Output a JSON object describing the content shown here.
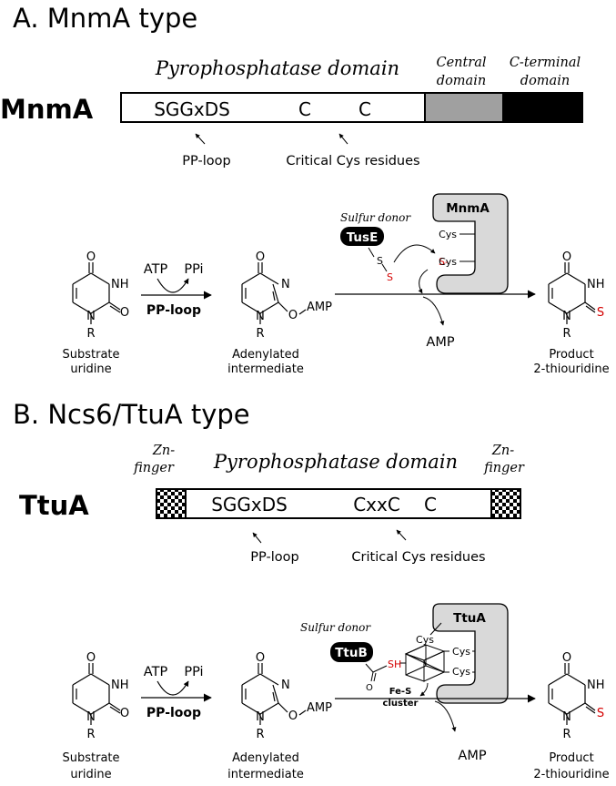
{
  "panel_a": {
    "title": "A. MnmA type",
    "protein_name": "MnmA",
    "domain_labels": {
      "pyrophosphatase": "Pyrophosphatase domain",
      "central_line1": "Central",
      "central_line2": "domain",
      "cterm_line1": "C-terminal",
      "cterm_line2": "domain"
    },
    "motifs": {
      "ppmotif": "SGGxDS",
      "cys1": "C",
      "cys2": "C"
    },
    "annotations": {
      "pp_loop": "PP-loop",
      "critical_cys": "Critical Cys residues"
    },
    "scheme": {
      "sulfur_donor": "Sulfur donor",
      "donor_name": "TusE",
      "enzyme_name": "MnmA",
      "cys_label": "Cys",
      "atp": "ATP",
      "ppi": "PPi",
      "pp_loop": "PP-loop",
      "amp": "AMP",
      "amp_group": "AMP",
      "substrate_line1": "Substrate",
      "substrate_line2": "uridine",
      "intermediate_line1": "Adenylated",
      "intermediate_line2": "intermediate",
      "product_line1": "Product",
      "product_line2": "2-thiouridine"
    }
  },
  "panel_b": {
    "title": "B. Ncs6/TtuA type",
    "protein_name": "TtuA",
    "domain_labels": {
      "pyrophosphatase": "Pyrophosphatase domain",
      "zn_line1": "Zn-",
      "zn_line2": "finger"
    },
    "motifs": {
      "ppmotif": "SGGxDS",
      "cxxc": "CxxC",
      "cys": "C"
    },
    "annotations": {
      "pp_loop": "PP-loop",
      "critical_cys": "Critical Cys residues"
    },
    "scheme": {
      "sulfur_donor": "Sulfur donor",
      "donor_name": "TtuB",
      "enzyme_name": "TtuA",
      "cys_label": "Cys",
      "fes_line1": "Fe-S",
      "fes_line2": "cluster",
      "atp": "ATP",
      "ppi": "PPi",
      "pp_loop": "PP-loop",
      "amp": "AMP",
      "amp_group": "AMP",
      "substrate_line1": "Substrate",
      "substrate_line2": "uridine",
      "intermediate_line1": "Adenylated",
      "intermediate_line2": "intermediate",
      "product_line1": "Product",
      "product_line2": "2-thiouridine"
    }
  },
  "chem": {
    "O": "O",
    "NH": "NH",
    "N": "N",
    "R": "R",
    "S": "S",
    "H": "H",
    "dash": "-",
    "C": "C"
  },
  "colors": {
    "sulfur": "#d40000",
    "central_domain": "#a0a0a0",
    "cterm_domain": "#000000",
    "enzyme_fill": "#d9d9d9",
    "donor_fill": "#000000"
  }
}
